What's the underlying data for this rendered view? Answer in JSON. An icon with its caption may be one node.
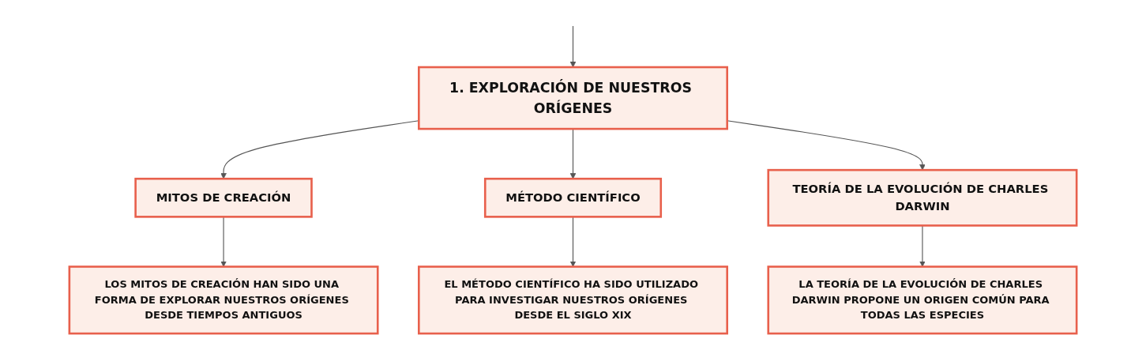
{
  "diagram": {
    "nodes": [
      {
        "text": [
          "1. EXPLORACIÓN DE NUESTROS ORÍGENES"
        ]
      },
      {
        "text": [
          "MITOS DE CREACIÓN"
        ]
      },
      {
        "text": [
          "MÉTODO CIENTÍFICO"
        ]
      },
      {
        "text": [
          "TEORÍA DE LA EVOLUCIÓN DE CHARLES DARWIN"
        ]
      },
      {
        "text": [
          "LOS MITOS DE CREACIÓN HAN SIDO UNA FORMA DE EXPLORAR NUESTROS ORÍGENES DESDE TIEMPOS ANTIGUOS"
        ]
      },
      {
        "text": [
          "EL MÉTODO CIENTÍFICO HA SIDO UTILIZADO PARA INVESTIGAR NUESTROS ORÍGENES DESDE EL SIGLO XIX"
        ]
      },
      {
        "text": [
          "LA TEORÍA DE LA EVOLUCIÓN DE CHARLES DARWIN PROPONE UN ORIGEN COMÚN PARA TODAS LAS ESPECIES"
        ]
      }
    ],
    "edges": [
      {
        "from": null,
        "to": 0,
        "arrow": "to"
      },
      {
        "from": 0,
        "to": 1,
        "arrow": "to"
      },
      {
        "from": 0,
        "to": 2,
        "arrow": "to"
      },
      {
        "from": 0,
        "to": 3,
        "arrow": "to"
      },
      {
        "from": 1,
        "to": 4,
        "arrow": "to"
      },
      {
        "from": 2,
        "to": 5,
        "arrow": "to"
      },
      {
        "from": 3,
        "to": 6,
        "arrow": "to"
      }
    ]
  }
}
